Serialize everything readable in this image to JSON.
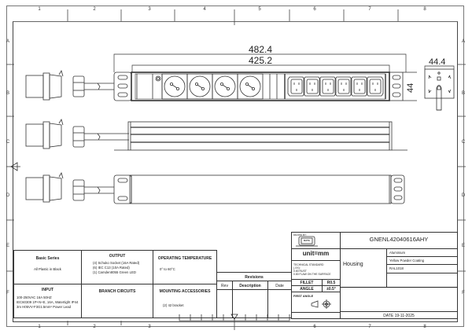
{
  "drawing": {
    "column_zones": [
      "1",
      "2",
      "3",
      "4",
      "5",
      "6",
      "7",
      "8"
    ],
    "row_zones": [
      "A",
      "B",
      "C",
      "D",
      "E",
      "F"
    ],
    "dimensions": {
      "overall_length": "482.4",
      "mounting_length": "425.2",
      "height": "44",
      "end_width": "44.4"
    },
    "front_view": {
      "schuko_sockets": 4,
      "iec_c13_sockets": 6,
      "led_indicator": 1
    }
  },
  "spec_table": {
    "basic_series": {
      "header": "Basic Series",
      "value": "All Plastic in Black"
    },
    "output": {
      "header": "OUTPUT",
      "lines": [
        "(4) Schuko Socket  (16A Rated)",
        "(6) IEC C13 (10A Rated)",
        "(1) Camden8055 Green LED"
      ]
    },
    "operating_temperature": {
      "header": "OPERATING TEMPERATURE",
      "value": "0° to 60°C"
    },
    "input": {
      "header": "INPUT",
      "lines": [
        "100-250VAC 16A 50HZ",
        "IEC60309 1P+N+E, 16A, Watertight IP44",
        "3m  H05VV-F3G1.5mm²  Power Lead"
      ]
    },
    "branch_circuits": {
      "header": "BRANCH CIRCUITS",
      "value": ""
    },
    "mounting_accessories": {
      "header": "MOUNTING ACCESSORIES",
      "value": "(2) 42 bracket"
    }
  },
  "revisions": {
    "title": "Revisions",
    "columns": [
      "Rev",
      "Description",
      "Date"
    ],
    "rows": []
  },
  "title_block": {
    "drawn_by_label": "DRAWN BY:",
    "logo_text": "DATA",
    "unit": "unit=mm",
    "technical_standard": [
      "TECHNICAL  STANDARD",
      "(.XX):",
      "0.80  RUST",
      "0.80 FLAW ON THE SURFACE"
    ],
    "fillet_label": "FILLET",
    "fillet_value": "R0.5",
    "angle_label": "ANGLE",
    "angle_value": "±0.5°",
    "projection_label": "FIRST  ANGLE",
    "part_number": "GNENL42040616AHY",
    "component": "Housing",
    "material": "Aluminium",
    "finish": "Yellow Powder Coating",
    "color_code": "RAL1018",
    "date": "DATE  19-11-2025"
  }
}
